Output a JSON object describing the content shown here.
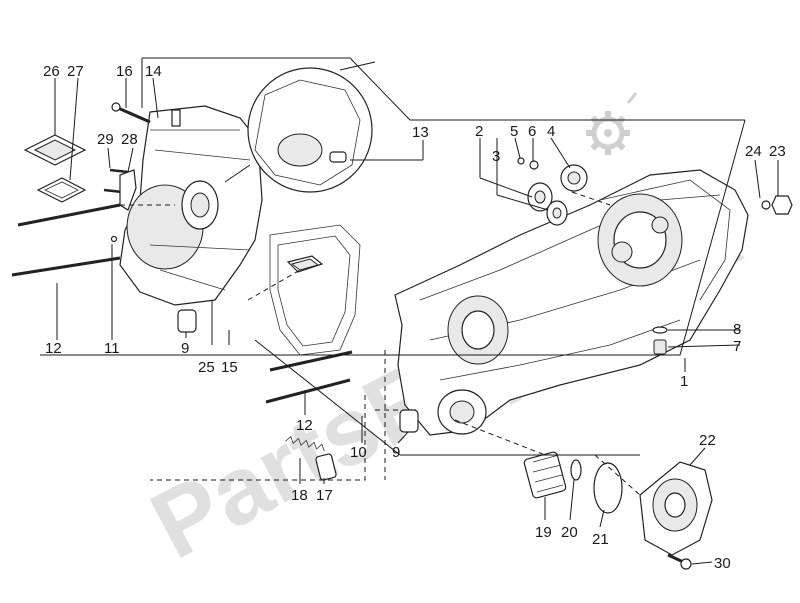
{
  "watermark": "PartsRepublik",
  "callouts": {
    "c1": "1",
    "c2": "2",
    "c3": "3",
    "c4": "4",
    "c5": "5",
    "c6": "6",
    "c7": "7",
    "c8": "8",
    "c9a": "9",
    "c9b": "9",
    "c10": "10",
    "c11": "11",
    "c12a": "12",
    "c12b": "12",
    "c13": "13",
    "c14": "14",
    "c15": "15",
    "c16": "16",
    "c17": "17",
    "c18": "18",
    "c19": "19",
    "c20": "20",
    "c21": "21",
    "c22": "22",
    "c23": "23",
    "c24": "24",
    "c25": "25",
    "c26": "26",
    "c27": "27",
    "c28": "28",
    "c29": "29",
    "c30": "30"
  }
}
